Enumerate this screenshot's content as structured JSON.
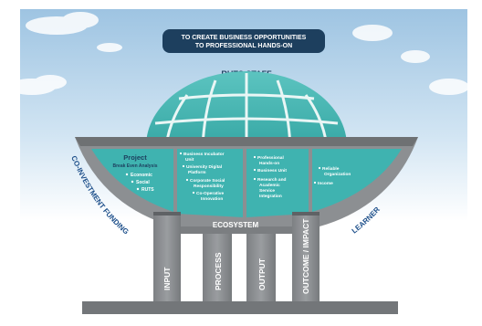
{
  "banner": {
    "line1": "TO CREATE BUSINESS OPPORTUNITIES",
    "line2": "TO PROFESSIONAL HANDS-ON"
  },
  "dome_label": "RUTS STAFF",
  "left_arc_label": "CO-INVESTMENT FUNDING",
  "right_arc_label": "LEARNER",
  "ecosystem_label": "ECOSYSTEM",
  "panels": [
    {
      "title": "Project",
      "subtitle": "Break Even Analysis",
      "items": [
        "Economic",
        "Social",
        "RUTS"
      ]
    },
    {
      "items": [
        "Business Incubator",
        "Unit",
        "University Digital",
        "Platform",
        "Corporate Social",
        "Responsibility",
        "Co-Operative",
        "Innovation"
      ]
    },
    {
      "items": [
        "Professional",
        "Hands-on",
        "Business Unit",
        "Research and",
        "Academic",
        "Service",
        "Integration"
      ]
    },
    {
      "items": [
        "Reliable",
        "Organization",
        "Income"
      ]
    }
  ],
  "pillars": [
    "INPUT",
    "PROCESS",
    "OUTPUT",
    "OUTCOME / IMPACT"
  ],
  "colors": {
    "navy": "#1d3f5e",
    "teal": "#3fb3b0",
    "gray": "#8c8f92",
    "dark_gray": "#6e7173",
    "sky": "#cfe2f1"
  }
}
